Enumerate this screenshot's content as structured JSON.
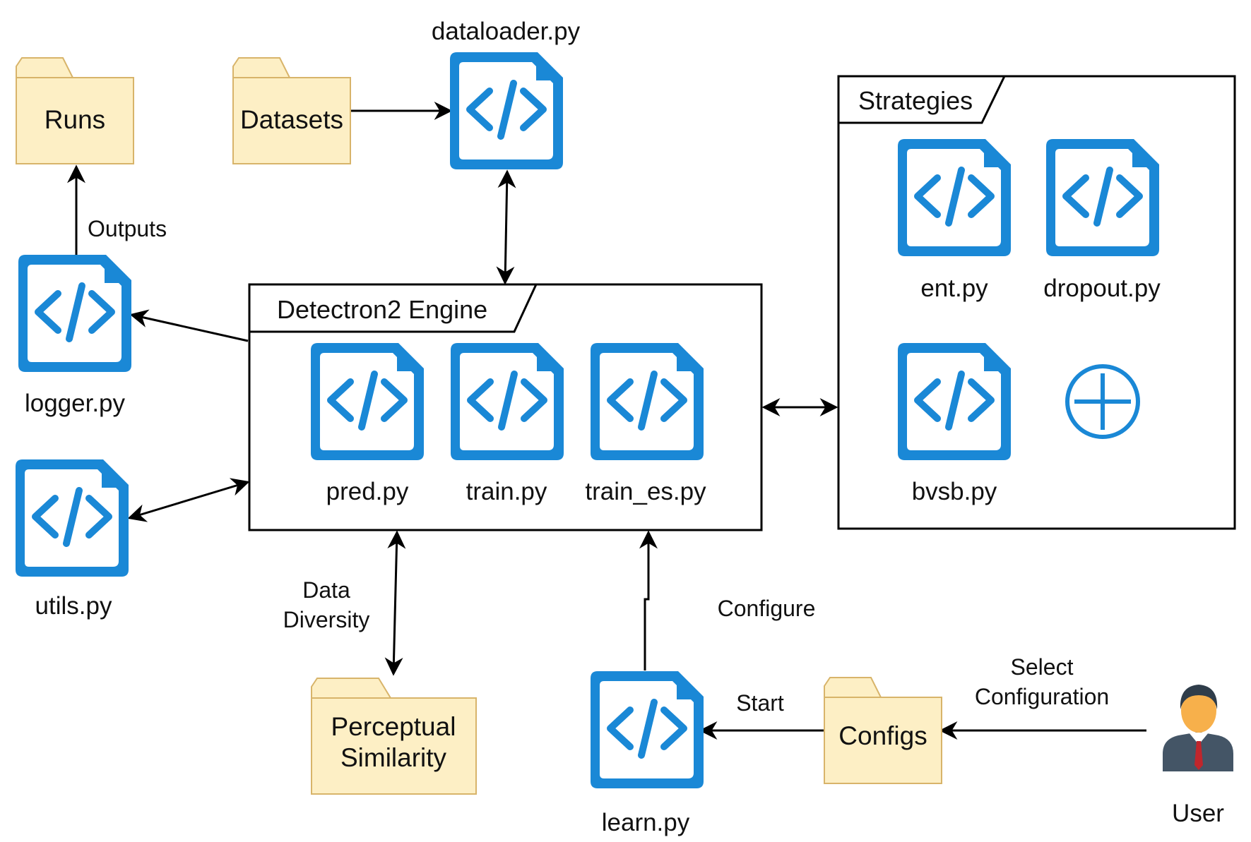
{
  "colors": {
    "icon_blue": "#1a88d6",
    "icon_blue_dark": "#1577c0",
    "folder_fill": "#fdefc5",
    "folder_stroke": "#d8b46a",
    "line": "#000000"
  },
  "icons": {
    "code_file": "code-file-icon",
    "folder": "folder-icon",
    "add": "add-circle-icon",
    "user": "user-avatar-icon"
  },
  "folders": {
    "runs": "Runs",
    "datasets": "Datasets",
    "perceptual_line1": "Perceptual",
    "perceptual_line2": "Similarity",
    "configs": "Configs"
  },
  "files": {
    "dataloader": "dataloader.py",
    "logger": "logger.py",
    "utils": "utils.py",
    "pred": "pred.py",
    "train": "train.py",
    "train_es": "train_es.py",
    "ent": "ent.py",
    "dropout": "dropout.py",
    "bvsb": "bvsb.py",
    "learn": "learn.py"
  },
  "frames": {
    "engine": "Detectron2 Engine",
    "strategies": "Strategies"
  },
  "edge_labels": {
    "outputs": "Outputs",
    "data_line1": "Data",
    "data_line2": "Diversity",
    "configure": "Configure",
    "start": "Start",
    "select_line1": "Select",
    "select_line2": "Configuration"
  },
  "actor": {
    "user": "User"
  }
}
